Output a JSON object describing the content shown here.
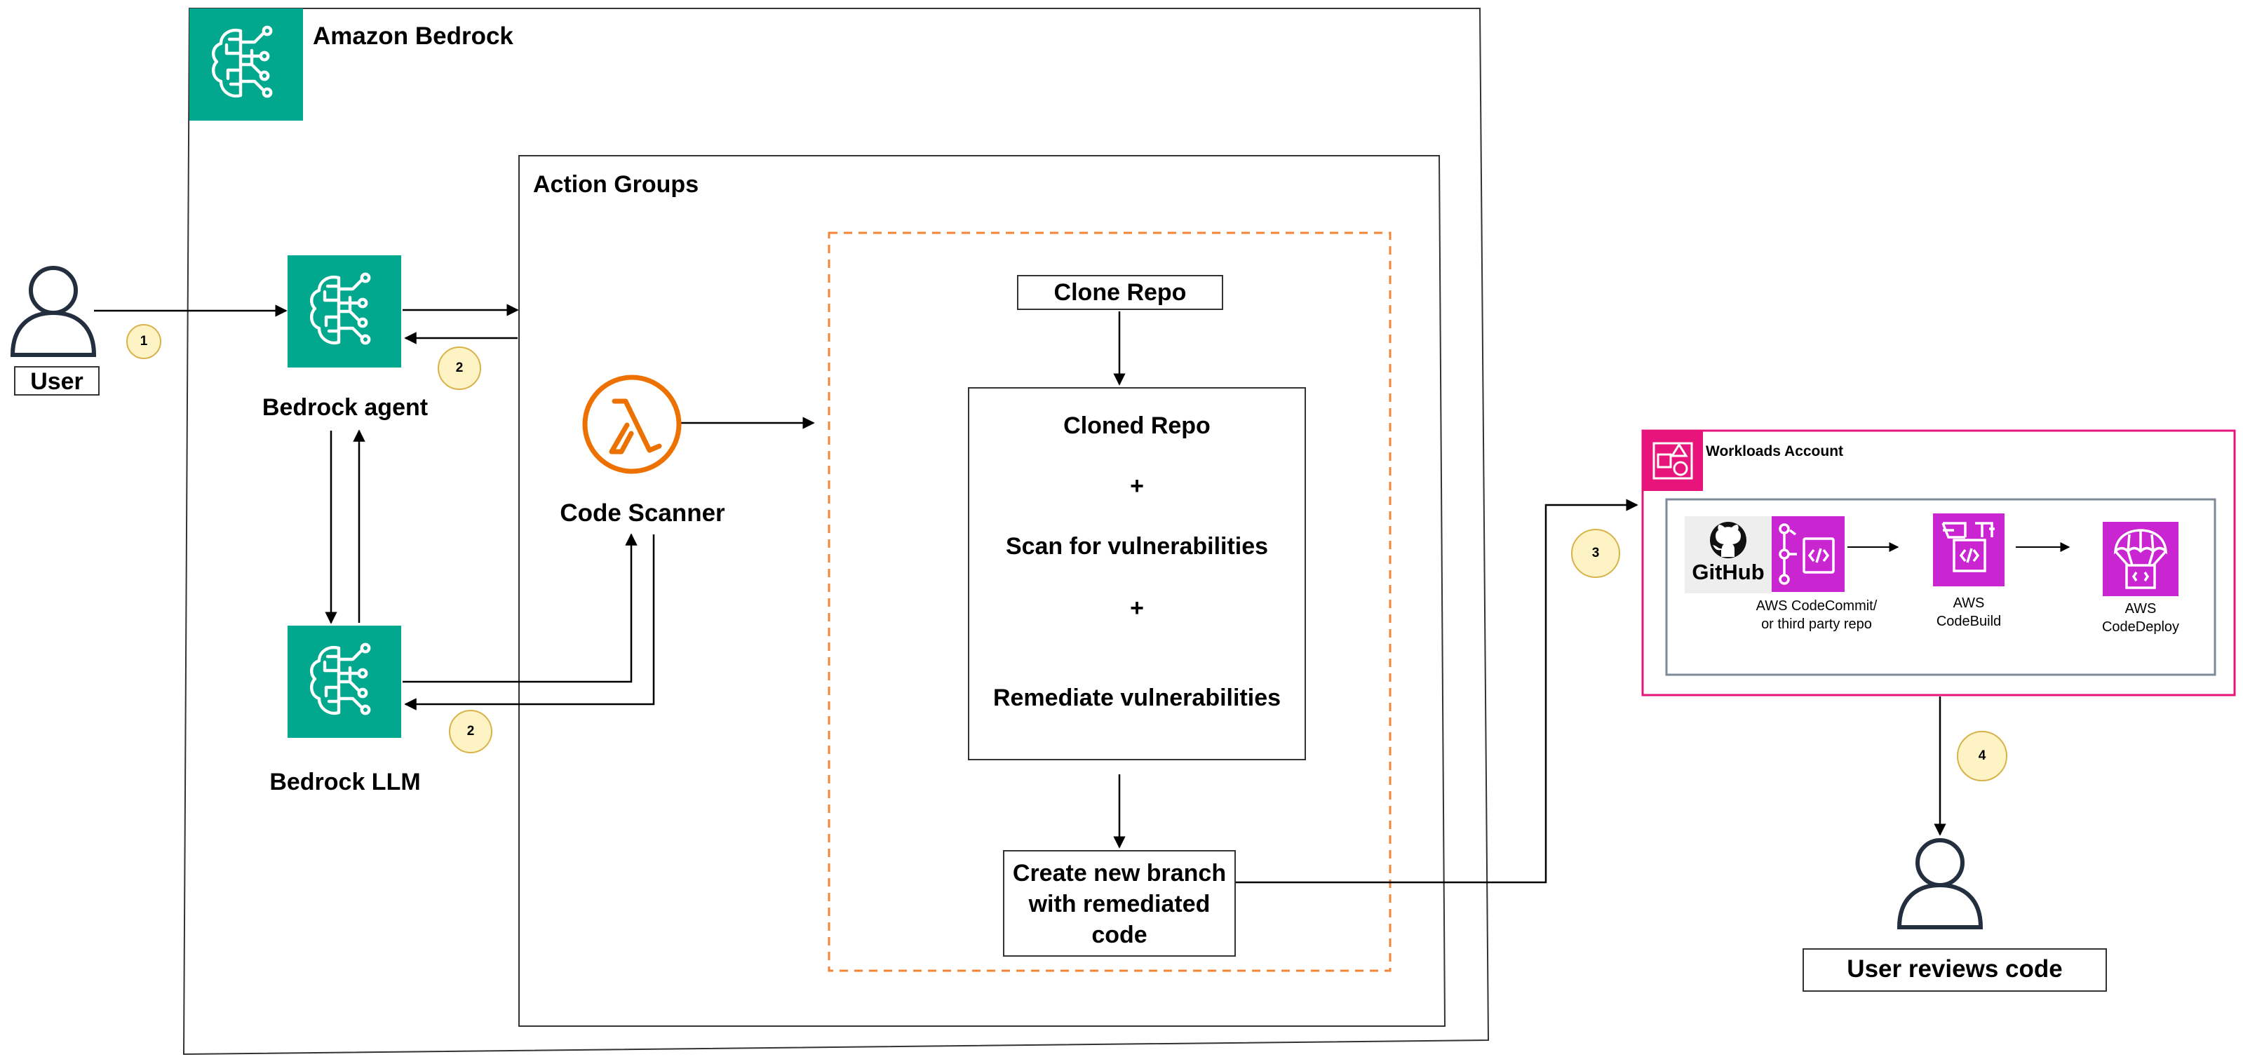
{
  "bedrock": {
    "title": "Amazon Bedrock",
    "icon": "bedrock-brain-icon"
  },
  "user": {
    "label": "User",
    "icon": "user-icon"
  },
  "agent": {
    "label": "Bedrock agent",
    "icon": "bedrock-brain-icon"
  },
  "llm": {
    "label": "Bedrock LLM",
    "icon": "bedrock-brain-icon"
  },
  "action_groups": {
    "title": "Action Groups"
  },
  "scanner": {
    "label": "Code Scanner",
    "icon": "lambda-icon"
  },
  "flow": {
    "clone_repo": "Clone Repo",
    "cloned_repo": "Cloned Repo",
    "plus1": "+",
    "scan": "Scan for vulnerabilities",
    "plus2": "+",
    "remediate": "Remediate vulnerabilities",
    "new_branch": [
      "Create new branch",
      "with remediated",
      "code"
    ]
  },
  "workloads": {
    "title": "Workloads Account",
    "icon": "workloads-account-icon",
    "github": "GitHub",
    "codecommit": [
      "AWS CodeCommit/",
      "or third party repo"
    ],
    "codebuild": [
      "AWS",
      "CodeBuild"
    ],
    "codedeploy": [
      "AWS",
      "CodeDeploy"
    ]
  },
  "reviewer": {
    "label": "User reviews code",
    "icon": "user-icon"
  },
  "steps": {
    "s1": "1",
    "s2a": "2",
    "s2b": "2",
    "s3": "3",
    "s4": "4"
  },
  "colors": {
    "bedrock_green": "#01a88d",
    "lambda_orange": "#ed7100",
    "dev_tools_magenta": "#c925d1",
    "workloads_pink": "#e7157b",
    "badge_fill": "#fdf3c4",
    "dashed_orange": "#f58536"
  }
}
